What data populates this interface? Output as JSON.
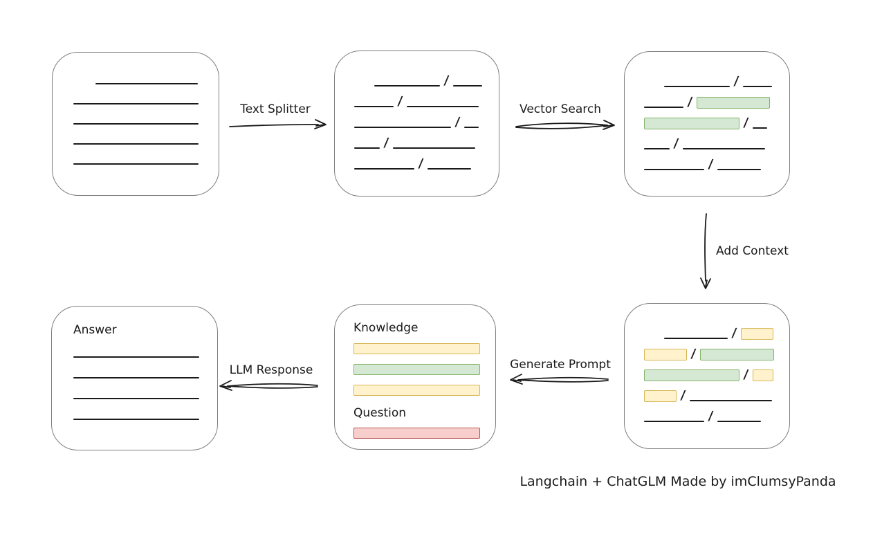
{
  "colors": {
    "ink": "#1a1a1a",
    "box_border": "#7d7d7d",
    "yellow_fill": "#fff2cc",
    "yellow_border": "#d6b656",
    "green_fill": "#d5e8d4",
    "green_border": "#82b366",
    "red_fill": "#f8cecc",
    "red_border": "#b85450"
  },
  "slash_char": "/",
  "flow_labels": {
    "text_splitter": "Text Splitter",
    "vector_search": "Vector Search",
    "add_context": "Add Context",
    "generate_prompt": "Generate Prompt",
    "llm_response": "LLM Response"
  },
  "nodes": {
    "document": {
      "lines": [
        {
          "indent": 32,
          "width": 148
        },
        {
          "indent": 0,
          "width": 181
        },
        {
          "indent": 0,
          "width": 181
        },
        {
          "indent": 0,
          "width": 181
        },
        {
          "indent": 0,
          "width": 181
        }
      ]
    },
    "split_chunks": {
      "rows": [
        {
          "indent": 29,
          "segments": [
            {
              "kind": "line",
              "width": 95
            },
            {
              "kind": "slash"
            },
            {
              "kind": "line",
              "width": 42
            }
          ]
        },
        {
          "indent": 0,
          "segments": [
            {
              "kind": "line",
              "width": 57
            },
            {
              "kind": "slash"
            },
            {
              "kind": "line",
              "width": 104
            }
          ]
        },
        {
          "indent": 0,
          "segments": [
            {
              "kind": "line",
              "width": 140
            },
            {
              "kind": "slash"
            },
            {
              "kind": "line",
              "width": 21
            }
          ]
        },
        {
          "indent": 0,
          "segments": [
            {
              "kind": "line",
              "width": 37
            },
            {
              "kind": "slash"
            },
            {
              "kind": "line",
              "width": 119
            }
          ]
        },
        {
          "indent": 0,
          "segments": [
            {
              "kind": "line",
              "width": 87
            },
            {
              "kind": "slash"
            },
            {
              "kind": "line",
              "width": 63
            }
          ]
        }
      ]
    },
    "searched_chunks": {
      "rows": [
        {
          "indent": 29,
          "segments": [
            {
              "kind": "line",
              "width": 95
            },
            {
              "kind": "slash"
            },
            {
              "kind": "line",
              "width": 42
            }
          ]
        },
        {
          "indent": 0,
          "segments": [
            {
              "kind": "line",
              "width": 57
            },
            {
              "kind": "slash"
            },
            {
              "kind": "chunk",
              "color": "green",
              "width": 106
            }
          ]
        },
        {
          "indent": 0,
          "segments": [
            {
              "kind": "chunk",
              "color": "green",
              "width": 138
            },
            {
              "kind": "slash"
            },
            {
              "kind": "line",
              "width": 21
            }
          ]
        },
        {
          "indent": 0,
          "segments": [
            {
              "kind": "line",
              "width": 37
            },
            {
              "kind": "slash"
            },
            {
              "kind": "line",
              "width": 119
            }
          ]
        },
        {
          "indent": 0,
          "segments": [
            {
              "kind": "line",
              "width": 87
            },
            {
              "kind": "slash"
            },
            {
              "kind": "line",
              "width": 63
            }
          ]
        }
      ]
    },
    "context_chunks": {
      "rows": [
        {
          "indent": 29,
          "segments": [
            {
              "kind": "line",
              "width": 92
            },
            {
              "kind": "slash"
            },
            {
              "kind": "chunk",
              "color": "yellow",
              "width": 47
            }
          ]
        },
        {
          "indent": 0,
          "segments": [
            {
              "kind": "chunk",
              "color": "yellow",
              "width": 62
            },
            {
              "kind": "slash"
            },
            {
              "kind": "chunk",
              "color": "green",
              "width": 107
            }
          ]
        },
        {
          "indent": 0,
          "segments": [
            {
              "kind": "chunk",
              "color": "green",
              "width": 138
            },
            {
              "kind": "slash"
            },
            {
              "kind": "chunk",
              "color": "yellow",
              "width": 30
            }
          ]
        },
        {
          "indent": 0,
          "segments": [
            {
              "kind": "chunk",
              "color": "yellow",
              "width": 47
            },
            {
              "kind": "slash"
            },
            {
              "kind": "line",
              "width": 119
            }
          ]
        },
        {
          "indent": 0,
          "segments": [
            {
              "kind": "line",
              "width": 87
            },
            {
              "kind": "slash"
            },
            {
              "kind": "line",
              "width": 63
            }
          ]
        }
      ]
    },
    "prompt": {
      "knowledge_label": "Knowledge",
      "knowledge_bars": [
        {
          "color": "yellow"
        },
        {
          "color": "green"
        },
        {
          "color": "yellow"
        }
      ],
      "question_label": "Question",
      "question_bars": [
        {
          "color": "red"
        }
      ]
    },
    "answer": {
      "label": "Answer",
      "lines": [
        {
          "indent": 0,
          "width": 182
        },
        {
          "indent": 0,
          "width": 182
        },
        {
          "indent": 0,
          "width": 182
        },
        {
          "indent": 0,
          "width": 182
        }
      ]
    }
  },
  "credit": "Langchain + ChatGLM Made by imClumsyPanda"
}
